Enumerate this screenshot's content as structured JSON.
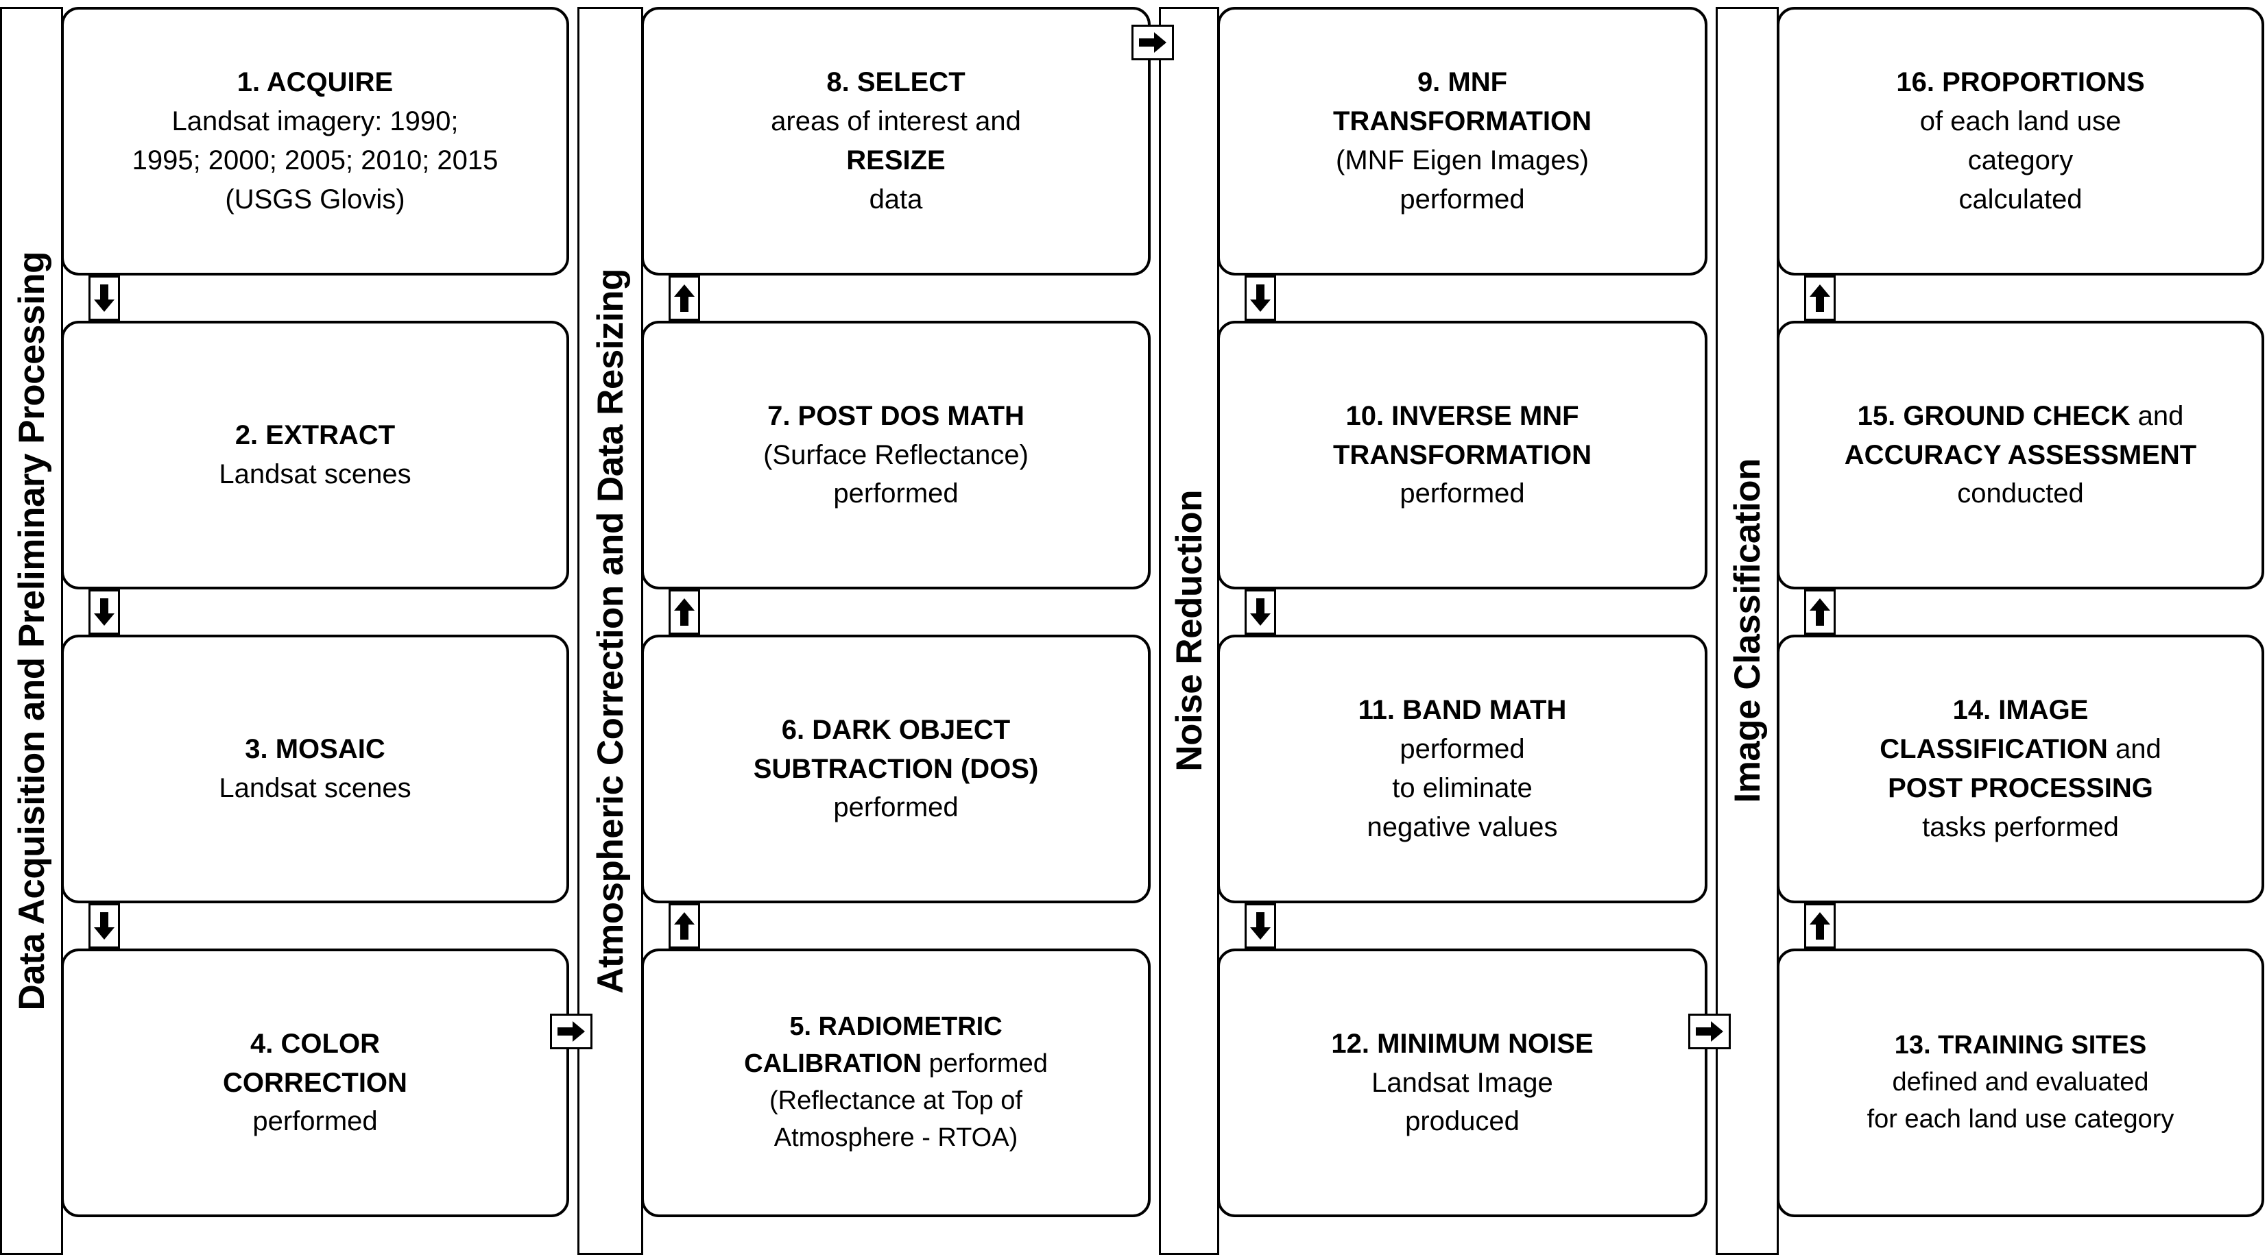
{
  "columns": [
    {
      "stage_label": "Data Acquisition and Preliminary Processing",
      "flow_direction": "down",
      "nodes": [
        {
          "id": "node-1",
          "lines": [
            {
              "text": "1. ACQUIRE",
              "bold": true
            },
            {
              "text": "Landsat imagery: 1990;",
              "bold": false
            },
            {
              "text": "1995; 2000; 2005; 2010; 2015",
              "bold": false
            },
            {
              "text": "(USGS Glovis)",
              "bold": false
            }
          ]
        },
        {
          "id": "node-2",
          "lines": [
            {
              "text": "2. EXTRACT",
              "bold": true
            },
            {
              "text": "Landsat scenes",
              "bold": false
            }
          ]
        },
        {
          "id": "node-3",
          "lines": [
            {
              "text": "3. MOSAIC",
              "bold": true
            },
            {
              "text": "Landsat scenes",
              "bold": false
            }
          ]
        },
        {
          "id": "node-4",
          "lines": [
            {
              "text": "4. COLOR",
              "bold": true
            },
            {
              "text": "CORRECTION",
              "bold": true
            },
            {
              "text": "performed",
              "bold": false
            }
          ]
        }
      ]
    },
    {
      "stage_label": "Atmospheric Correction and Data Resizing",
      "flow_direction": "up",
      "nodes": [
        {
          "id": "node-8",
          "lines": [
            {
              "text": "8. SELECT",
              "bold": true
            },
            {
              "text": "areas of interest and",
              "bold": false
            },
            {
              "text": "RESIZE",
              "bold": true
            },
            {
              "text": "data",
              "bold": false
            }
          ]
        },
        {
          "id": "node-7",
          "lines": [
            {
              "text": "7. POST DOS MATH",
              "bold": true
            },
            {
              "text": "(Surface Reflectance)",
              "bold": false
            },
            {
              "text": "performed",
              "bold": false
            }
          ]
        },
        {
          "id": "node-6",
          "lines": [
            {
              "text": "6. DARK OBJECT",
              "bold": true
            },
            {
              "text": "SUBTRACTION (DOS)",
              "bold": true
            },
            {
              "text": "performed",
              "bold": false
            }
          ]
        },
        {
          "id": "node-5",
          "lines": [
            {
              "text": "5. RADIOMETRIC",
              "bold": true
            },
            {
              "html": "<b>CALIBRATION</b> performed"
            },
            {
              "text": "(Reflectance at Top of",
              "bold": false
            },
            {
              "text": "Atmosphere - RTOA)",
              "bold": false
            }
          ]
        }
      ]
    },
    {
      "stage_label": "Noise Reduction",
      "flow_direction": "down",
      "nodes": [
        {
          "id": "node-9",
          "lines": [
            {
              "text": "9. MNF",
              "bold": true
            },
            {
              "text": "TRANSFORMATION",
              "bold": true
            },
            {
              "text": "(MNF Eigen Images)",
              "bold": false
            },
            {
              "text": "performed",
              "bold": false
            }
          ]
        },
        {
          "id": "node-10",
          "lines": [
            {
              "text": "10. INVERSE MNF",
              "bold": true
            },
            {
              "text": "TRANSFORMATION",
              "bold": true
            },
            {
              "text": "performed",
              "bold": false
            }
          ]
        },
        {
          "id": "node-11",
          "lines": [
            {
              "text": "11. BAND MATH",
              "bold": true
            },
            {
              "text": "performed",
              "bold": false
            },
            {
              "text": "to eliminate",
              "bold": false
            },
            {
              "text": "negative values",
              "bold": false
            }
          ]
        },
        {
          "id": "node-12",
          "lines": [
            {
              "text": "12. MINIMUM NOISE",
              "bold": true
            },
            {
              "text": "Landsat Image",
              "bold": false
            },
            {
              "text": "produced",
              "bold": false
            }
          ]
        }
      ]
    },
    {
      "stage_label": "Image Classification",
      "flow_direction": "up",
      "nodes": [
        {
          "id": "node-16",
          "lines": [
            {
              "text": "16. PROPORTIONS",
              "bold": true
            },
            {
              "text": "of each land use",
              "bold": false
            },
            {
              "text": "category",
              "bold": false
            },
            {
              "text": "calculated",
              "bold": false
            }
          ]
        },
        {
          "id": "node-15",
          "lines": [
            {
              "html": "<b>15. GROUND CHECK</b> and"
            },
            {
              "text": "ACCURACY ASSESSMENT",
              "bold": true
            },
            {
              "text": "conducted",
              "bold": false
            }
          ]
        },
        {
          "id": "node-14",
          "lines": [
            {
              "text": "14. IMAGE",
              "bold": true
            },
            {
              "html": "<b>CLASSIFICATION</b> and"
            },
            {
              "text": "POST PROCESSING",
              "bold": true
            },
            {
              "text": "tasks performed",
              "bold": false
            }
          ]
        },
        {
          "id": "node-13",
          "lines": [
            {
              "text": "13. TRAINING SITES",
              "bold": true
            },
            {
              "text": "defined and evaluated",
              "bold": false
            },
            {
              "text": "for each land use category",
              "bold": false
            }
          ]
        }
      ]
    }
  ],
  "connectors": {
    "vertical_down_icon": "arrow-down-icon",
    "vertical_up_icon": "arrow-up-icon",
    "horizontal_icon": "arrow-right-icon"
  },
  "cross_group_arrows": [
    {
      "name": "arrow-group1-to-group2",
      "icon": "arrow-right-icon"
    },
    {
      "name": "arrow-group2-to-group3",
      "icon": "arrow-right-icon"
    },
    {
      "name": "arrow-group3-to-group4",
      "icon": "arrow-right-icon"
    }
  ],
  "colors": {
    "stroke": "#000000",
    "background": "#ffffff"
  }
}
